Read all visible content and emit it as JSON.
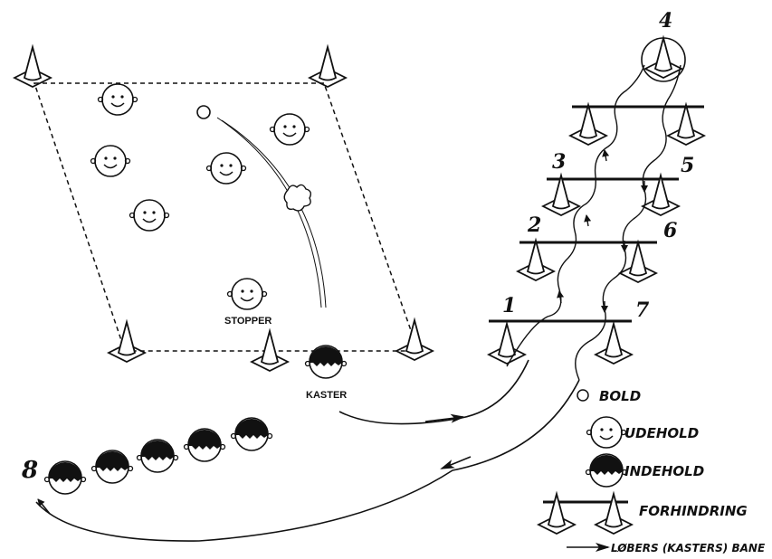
{
  "labels": {
    "stopper": "STOPPER",
    "kaster": "KASTER"
  },
  "station_numbers": [
    "1",
    "2",
    "3",
    "4",
    "5",
    "6",
    "7",
    "8"
  ],
  "legend": {
    "ball": "BOLD",
    "outfield_team": "UDEHOLD",
    "infield_team": "INDEHOLD",
    "obstacle": "FORHINDRING",
    "runner_path": "LØBERS (KASTERS) BANE"
  },
  "colors": {
    "ink": "#111111",
    "paper": "#ffffff"
  },
  "icons": [
    "cone-icon",
    "smiley-face-icon",
    "dark-haired-face-icon",
    "ball-icon",
    "arrow-icon"
  ]
}
